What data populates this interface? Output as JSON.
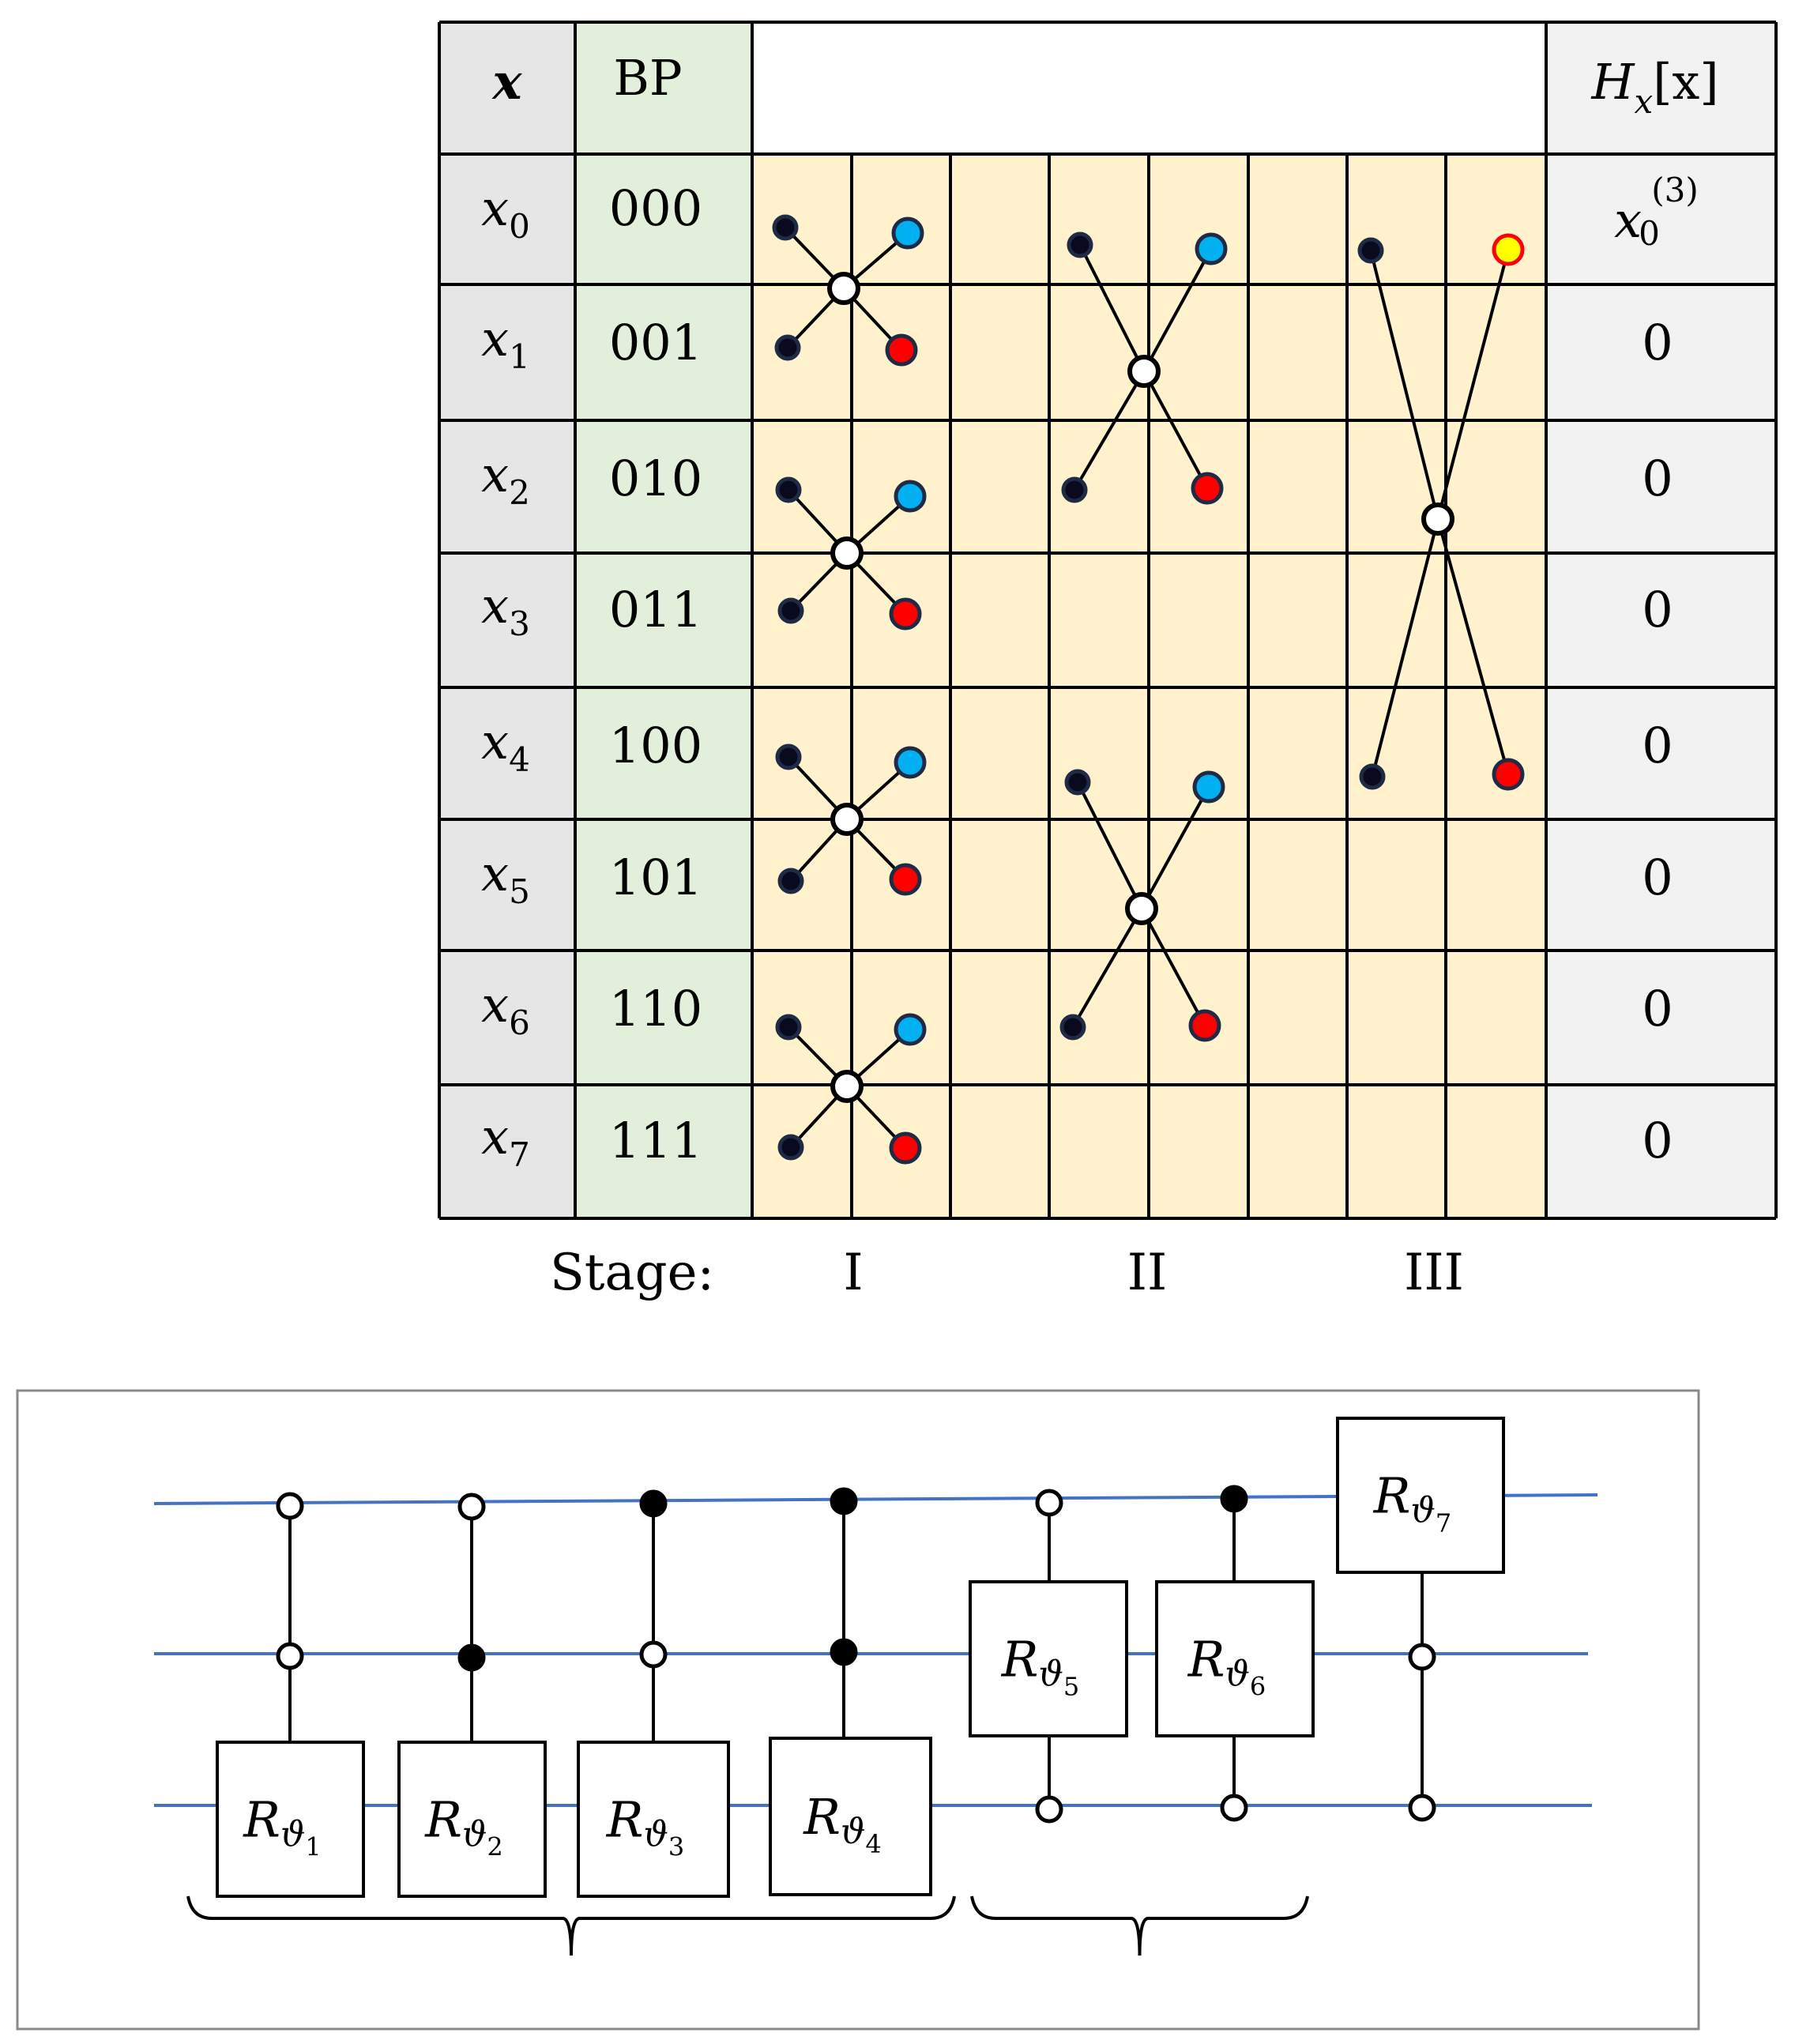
{
  "table": {
    "header_x": "x",
    "header_bp": "BP",
    "header_h": "H",
    "header_h_sub": "x",
    "header_h_arg": "[x]",
    "rows": [
      {
        "var": "x",
        "sub": "0",
        "bp": "000",
        "out": "x",
        "out_sub": "0",
        "out_sup": "(3)"
      },
      {
        "var": "x",
        "sub": "1",
        "bp": "001",
        "out": "0"
      },
      {
        "var": "x",
        "sub": "2",
        "bp": "010",
        "out": "0"
      },
      {
        "var": "x",
        "sub": "3",
        "bp": "011",
        "out": "0"
      },
      {
        "var": "x",
        "sub": "4",
        "bp": "100",
        "out": "0"
      },
      {
        "var": "x",
        "sub": "5",
        "bp": "101",
        "out": "0"
      },
      {
        "var": "x",
        "sub": "6",
        "bp": "110",
        "out": "0"
      },
      {
        "var": "x",
        "sub": "7",
        "bp": "111",
        "out": "0"
      }
    ],
    "stage_label": "Stage:",
    "stages": [
      "I",
      "II",
      "III"
    ]
  },
  "circuit": {
    "gates": [
      {
        "label": "R",
        "sub": "ϑ",
        "subsub": "1"
      },
      {
        "label": "R",
        "sub": "ϑ",
        "subsub": "2"
      },
      {
        "label": "R",
        "sub": "ϑ",
        "subsub": "3"
      },
      {
        "label": "R",
        "sub": "ϑ",
        "subsub": "4"
      },
      {
        "label": "R",
        "sub": "ϑ",
        "subsub": "5"
      },
      {
        "label": "R",
        "sub": "ϑ",
        "subsub": "6"
      },
      {
        "label": "R",
        "sub": "ϑ",
        "subsub": "7"
      }
    ],
    "controls": [
      [
        "open",
        "open"
      ],
      [
        "open",
        "filled"
      ],
      [
        "filled",
        "open"
      ],
      [
        "filled",
        "filled"
      ],
      [
        "open",
        "open"
      ],
      [
        "filled",
        "open"
      ],
      [
        "open",
        "open"
      ]
    ]
  },
  "colors": {
    "label_column": "#e6e6e6",
    "bp_column": "#e2efda",
    "stage_area": "#fff2cc",
    "output_column": "#f2f2f2",
    "wire": "#4472c4",
    "node_input": "#0a0a1e",
    "node_blue": "#00b0f0",
    "node_red": "#ff0000",
    "node_yellow": "#ffff00",
    "node_ring_red": "#ff0000"
  }
}
